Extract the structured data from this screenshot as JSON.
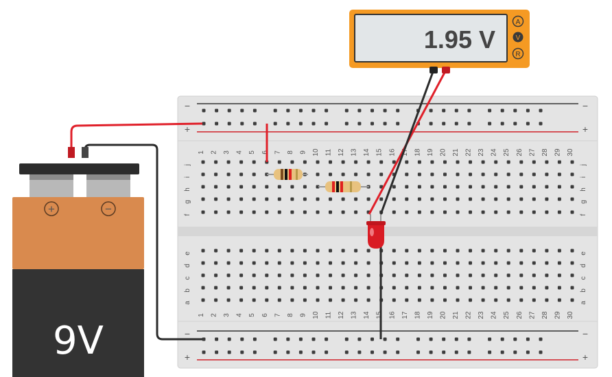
{
  "multimeter": {
    "reading": "1.95 V",
    "modes": [
      {
        "label": "A",
        "selected": false
      },
      {
        "label": "V",
        "selected": true
      },
      {
        "label": "R",
        "selected": false
      }
    ]
  },
  "battery": {
    "label": "9V",
    "positive_symbol": "+",
    "negative_symbol": "−"
  },
  "breadboard": {
    "rail_minus": "−",
    "rail_plus": "+",
    "columns": [
      "1",
      "2",
      "3",
      "4",
      "5",
      "6",
      "7",
      "8",
      "9",
      "10",
      "11",
      "12",
      "13",
      "14",
      "15",
      "16",
      "17",
      "18",
      "19",
      "20",
      "21",
      "22",
      "23",
      "24",
      "25",
      "26",
      "27",
      "28",
      "29",
      "30"
    ],
    "top_rows": [
      "j",
      "i",
      "h",
      "g",
      "f"
    ],
    "bottom_rows": [
      "e",
      "d",
      "c",
      "b",
      "a"
    ]
  },
  "colors": {
    "board": "#e3e3e3",
    "hole": "#3c3c3c",
    "wire_red": "#e0202a",
    "wire_black": "#2b2b2b",
    "multimeter_body": "#f59a23",
    "battery_top": "#d98a4e",
    "battery_bottom": "#333333",
    "led": "#d91c24",
    "resistor_body": "#e8c27f"
  }
}
